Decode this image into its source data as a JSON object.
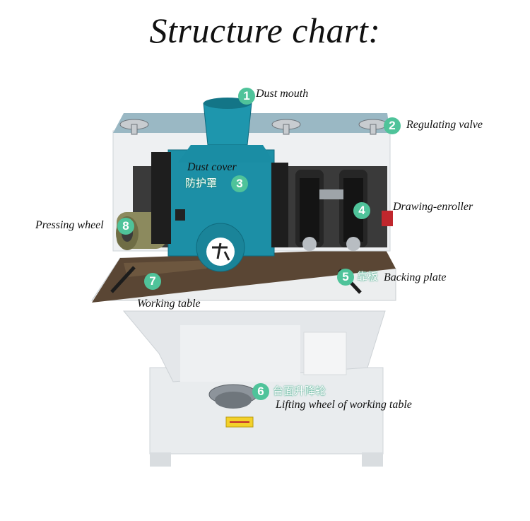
{
  "title": "Structure chart:",
  "colors": {
    "badge": "#4fc39a",
    "machine_body": "#eef0f1",
    "dust_cover": "#1c8fa6",
    "table_top": "#5a4634"
  },
  "parts": [
    {
      "number": "1",
      "label": "Dust mouth",
      "label_cn": ""
    },
    {
      "number": "2",
      "label": "Regulating valve",
      "label_cn": ""
    },
    {
      "number": "3",
      "label": "Dust cover",
      "label_cn": "防护罩"
    },
    {
      "number": "4",
      "label": "Drawing-enroller",
      "label_cn": ""
    },
    {
      "number": "5",
      "label": "Backing plate",
      "label_cn": "靠板"
    },
    {
      "number": "6",
      "label": "Lifting wheel of working table",
      "label_cn": "台面升降轮"
    },
    {
      "number": "7",
      "label": "Working table",
      "label_cn": ""
    },
    {
      "number": "8",
      "label": "Pressing wheel",
      "label_cn": ""
    }
  ]
}
